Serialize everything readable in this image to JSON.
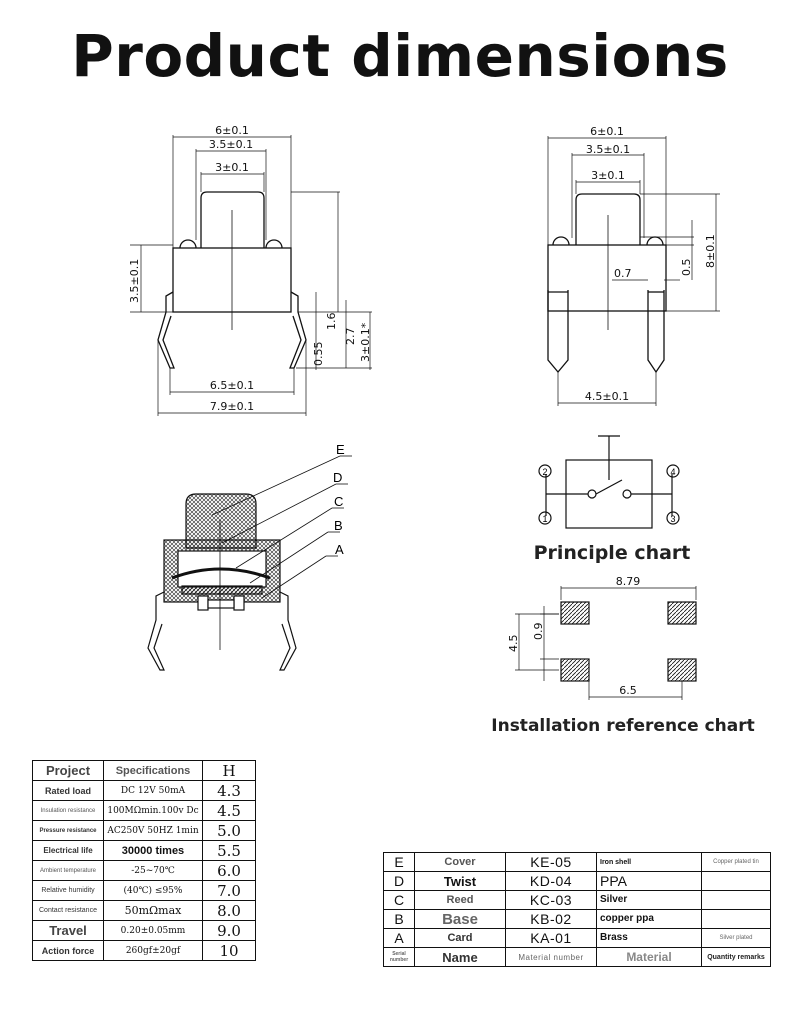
{
  "title": "Product dimensions",
  "front_view": {
    "dims": [
      "6±0.1",
      "3.5±0.1",
      "3±0.1",
      "3.5±0.1",
      "1.6",
      "2.7",
      "3±0.1*",
      "0.55",
      "6.5±0.1",
      "7.9±0.1"
    ]
  },
  "side_view": {
    "dims": [
      "6±0.1",
      "3.5±0.1",
      "3±0.1",
      "0.5",
      "8±0.1",
      "0.7",
      "4.5±0.1"
    ]
  },
  "exploded_view": {
    "labels": [
      "E",
      "D",
      "C",
      "B",
      "A"
    ]
  },
  "principle": {
    "caption": "Principle chart",
    "pins": [
      "2",
      "4",
      "1",
      "3"
    ]
  },
  "installation": {
    "caption": "Installation reference chart",
    "dims": [
      "8.79",
      "4.5",
      "0.9",
      "6.5"
    ]
  },
  "spec_table": {
    "header": [
      "Project",
      "Specifications",
      "H"
    ],
    "rows": [
      [
        "Rated load",
        "DC 12V 50mA",
        "4.3"
      ],
      [
        "Insulation resistance",
        "100MΩmin.100v Dc",
        "4.5"
      ],
      [
        "Pressure resistance",
        "AC250V 50HZ 1min",
        "5.0"
      ],
      [
        "Electrical life",
        "30000 times",
        "5.5"
      ],
      [
        "Ambient temperature",
        "-25~70℃",
        "6.0"
      ],
      [
        "Relative humidity",
        "(40℃) ≤95%",
        "7.0"
      ],
      [
        "Contact resistance",
        "50mΩmax",
        "8.0"
      ],
      [
        "Travel",
        "0.20±0.05mm",
        "9.0"
      ],
      [
        "Action force",
        "260gf±20gf",
        "10"
      ]
    ]
  },
  "material_table": {
    "rows": [
      [
        "E",
        "Cover",
        "KE-05",
        "Iron shell",
        "Copper plated tin"
      ],
      [
        "D",
        "Twist",
        "KD-04",
        "PPA",
        ""
      ],
      [
        "C",
        "Reed",
        "KC-03",
        "Silver",
        ""
      ],
      [
        "B",
        "Base",
        "KB-02",
        "copper ppa",
        ""
      ],
      [
        "A",
        "Card",
        "KA-01",
        "Brass",
        "Silver plated"
      ]
    ],
    "header": [
      "Serial number",
      "Name",
      "Material number",
      "Material",
      "Quantity remarks"
    ]
  }
}
